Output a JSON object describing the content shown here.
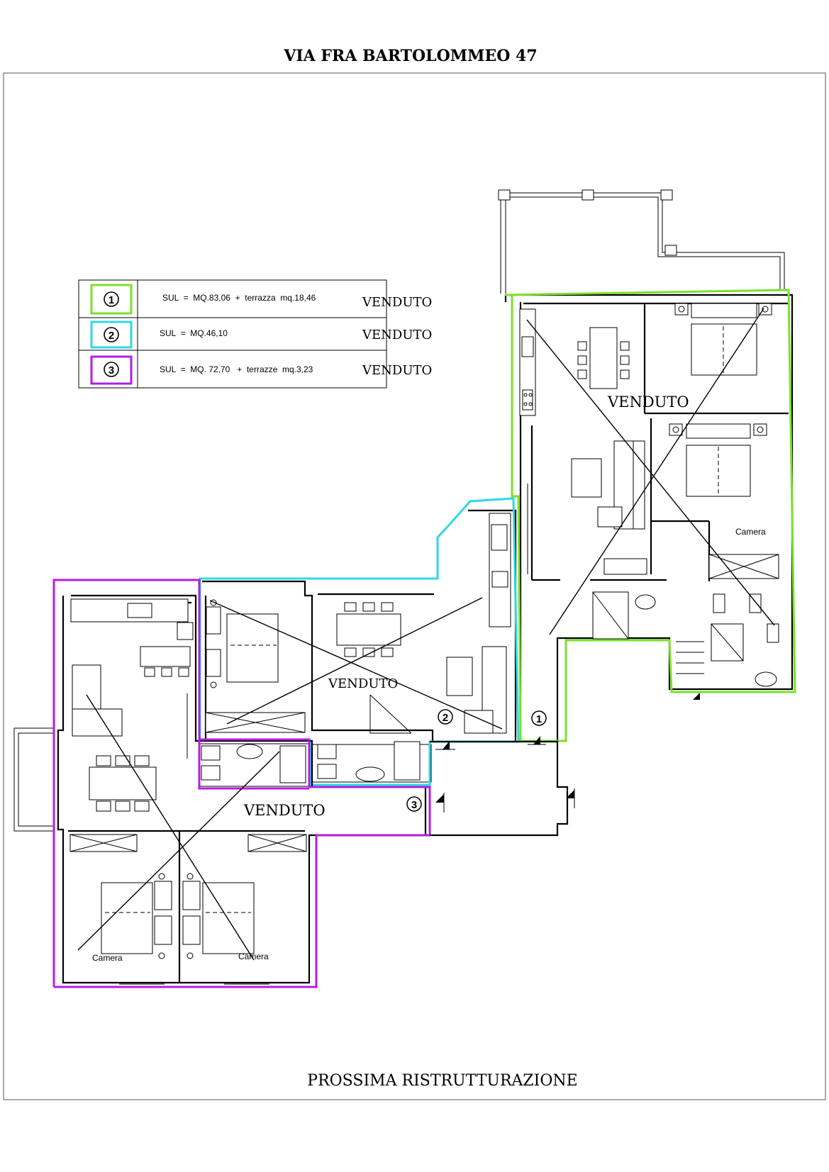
{
  "header": {
    "title": "VIA FRA BARTOLOMMEO 47"
  },
  "footer": {
    "note": "PROSSIMA RISTRUTTURAZIONE"
  },
  "colors": {
    "unit1": "#7CE02A",
    "unit2": "#2ED8E6",
    "unit3": "#B41EE0",
    "lines": "#000000"
  },
  "legend": [
    {
      "number": "1",
      "text": "SUL  =  MQ.83,06  +  terrazza  mq.18,46",
      "status": "VENDUTO",
      "color": "#7CE02A"
    },
    {
      "number": "2",
      "text": "SUL  =  MQ.46,10",
      "status": "VENDUTO",
      "color": "#2ED8E6"
    },
    {
      "number": "3",
      "text": "SUL  =  MQ. 72,70   +  terrazze  mq.3,23",
      "status": "VENDUTO",
      "color": "#B41EE0"
    }
  ],
  "plan": {
    "unit1_label": "VENDUTO",
    "unit2_label": "VENDUTO",
    "unit3_label": "VENDUTO",
    "unit1_marker": "1",
    "unit2_marker": "2",
    "unit3_marker": "3",
    "room_labels": [
      "Camera",
      "Camera",
      "Camera"
    ]
  }
}
